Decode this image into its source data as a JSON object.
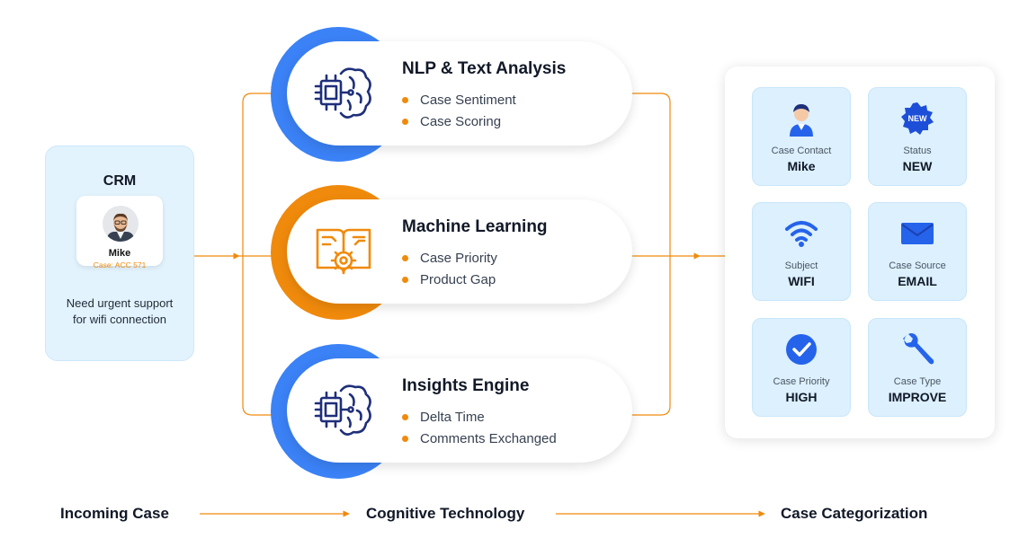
{
  "crm": {
    "title": "CRM",
    "contact_name": "Mike",
    "case_id": "Case: ACC 571",
    "message": "Need urgent support for wifi connection"
  },
  "technologies": [
    {
      "title": "NLP & Text Analysis",
      "items": [
        "Case Sentiment",
        "Case Scoring"
      ],
      "icon": "ai-brain-chip-icon",
      "accent": "#3b82f6"
    },
    {
      "title": "Machine Learning",
      "items": [
        "Case Priority",
        "Product Gap"
      ],
      "icon": "book-gear-icon",
      "accent": "#f08a0c"
    },
    {
      "title": "Insights Engine",
      "items": [
        "Delta Time",
        "Comments Exchanged"
      ],
      "icon": "ai-brain-chip-icon",
      "accent": "#3b82f6"
    }
  ],
  "categorization": [
    {
      "label": "Case Contact",
      "value": "Mike",
      "icon": "person-icon"
    },
    {
      "label": "Status",
      "value": "NEW",
      "icon": "new-badge-icon",
      "badge_text": "NEW"
    },
    {
      "label": "Subject",
      "value": "WIFI",
      "icon": "wifi-icon"
    },
    {
      "label": "Case Source",
      "value": "EMAIL",
      "icon": "envelope-icon"
    },
    {
      "label": "Case Priority",
      "value": "HIGH",
      "icon": "check-circle-icon"
    },
    {
      "label": "Case Type",
      "value": "IMPROVE",
      "icon": "wrench-icon"
    }
  ],
  "stages": [
    "Incoming Case",
    "Cognitive Technology",
    "Case Categorization"
  ],
  "colors": {
    "orange": "#f08a0c",
    "blue": "#3b82f6",
    "navy": "#1e2f7a",
    "tile_bg": "#dcf0fd"
  }
}
